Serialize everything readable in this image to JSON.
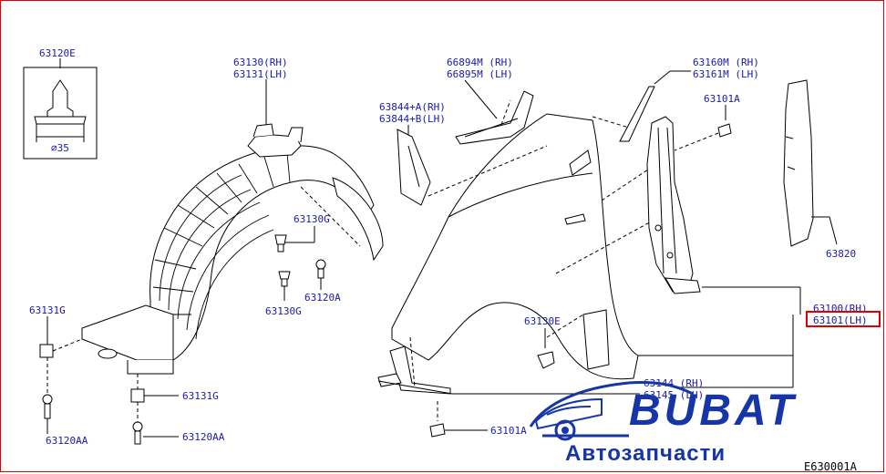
{
  "labels": {
    "p63120E": "63120E",
    "dia35": "⌀35",
    "p63130": "63130(RH)",
    "p63131": "63131(LH)",
    "p63130G_a": "63130G",
    "p63130G_b": "63130G",
    "p63120A": "63120A",
    "p63131G_a": "63131G",
    "p63131G_b": "63131G",
    "p63120AA_a": "63120AA",
    "p63120AA_b": "63120AA",
    "p63844A": "63844+A(RH)",
    "p63844B": "63844+B(LH)",
    "p66894M": "66894M (RH)",
    "p66895M": "66895M (LH)",
    "p63160M": "63160M (RH)",
    "p63161M": "63161M (LH)",
    "p63101A_top": "63101A",
    "p63820": "63820",
    "p63100": "63100(RH)",
    "p63101": "63101(LH)",
    "p63130E": "63130E",
    "p63144": "63144 (RH)",
    "p63145": "63145 (LH)",
    "p63101A_bot": "63101A"
  },
  "highlight_color": "#e00000",
  "label_color": "#1a1aa8",
  "watermark": {
    "brand": "BUBAT",
    "subtitle": "Автозапчасти",
    "color": "#1535a8"
  },
  "drawing_code": "E630001A"
}
